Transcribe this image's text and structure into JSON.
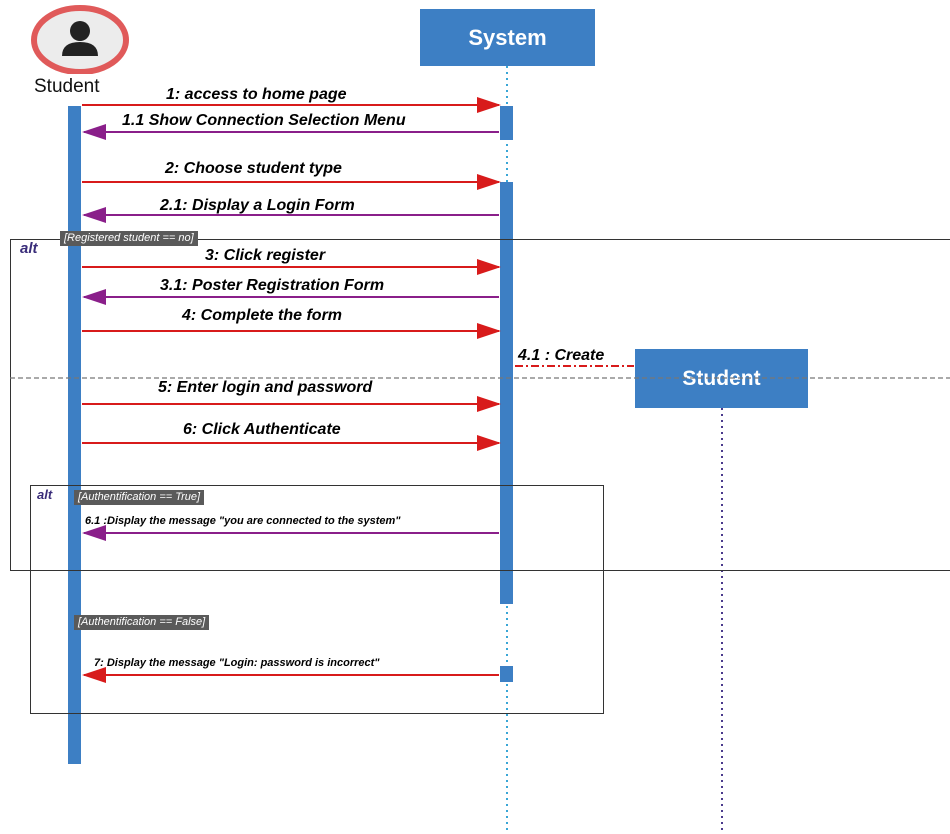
{
  "actor": {
    "name": "Student",
    "icon": "user-icon",
    "ring_color": "#e05a5a"
  },
  "system_lifeline": {
    "label": "System"
  },
  "student_object": {
    "label": "Student"
  },
  "colors": {
    "lifeline": "#3d7fc4",
    "request": "#d81b1b",
    "reply": "#8a1f8a",
    "frame": "#333333"
  },
  "messages": [
    {
      "id": "m1",
      "text": "1: access to home page",
      "direction": "request"
    },
    {
      "id": "m1_1",
      "text": "1.1 Show Connection Selection Menu",
      "direction": "reply"
    },
    {
      "id": "m2",
      "text": "2: Choose student type",
      "direction": "request"
    },
    {
      "id": "m2_1",
      "text": "2.1: Display a Login Form",
      "direction": "reply"
    },
    {
      "id": "m3",
      "text": "3: Click register",
      "direction": "request"
    },
    {
      "id": "m3_1",
      "text": "3.1: Poster Registration Form",
      "direction": "reply"
    },
    {
      "id": "m4",
      "text": "4: Complete the form",
      "direction": "request"
    },
    {
      "id": "m4_1",
      "text": "4.1 : Create",
      "direction": "create"
    },
    {
      "id": "m5",
      "text": "5: Enter login and password",
      "direction": "request"
    },
    {
      "id": "m6",
      "text": "6: Click Authenticate",
      "direction": "request"
    },
    {
      "id": "m6_1",
      "text": "6.1 :Display the message \"you are connected to the system\"",
      "direction": "reply"
    },
    {
      "id": "m7",
      "text": "7: Display the message \"Login: password is incorrect\"",
      "direction": "request"
    }
  ],
  "frames": {
    "outer": {
      "label": "alt",
      "guard": "[Registered student == no]"
    },
    "inner": {
      "label": "alt",
      "guard_true": "[Authentification == True]",
      "guard_false": "[Authentification == False]"
    }
  }
}
